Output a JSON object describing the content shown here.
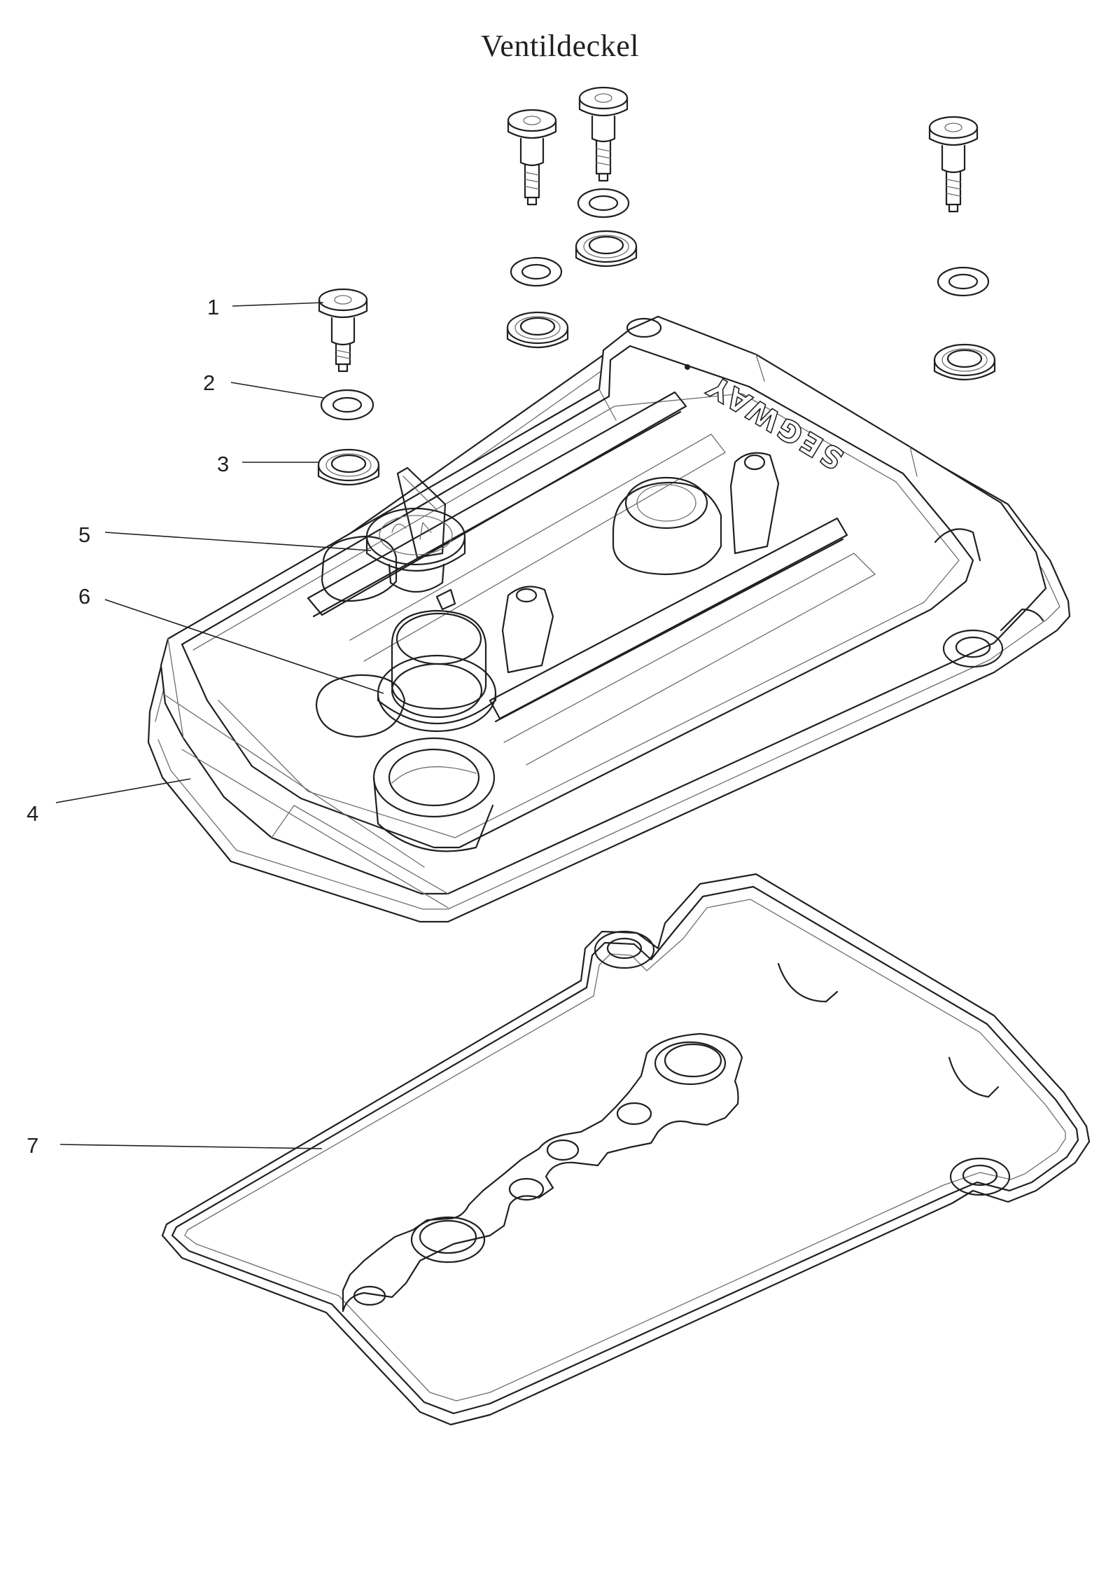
{
  "title": "Ventildeckel",
  "brand_mark": "SEGWAY",
  "callouts": [
    {
      "label": "1",
      "part": "bolt"
    },
    {
      "label": "2",
      "part": "washer"
    },
    {
      "label": "3",
      "part": "grommet"
    },
    {
      "label": "4",
      "part": "valve-cover"
    },
    {
      "label": "5",
      "part": "oil-filler-cap"
    },
    {
      "label": "6",
      "part": "o-ring"
    },
    {
      "label": "7",
      "part": "gasket"
    }
  ],
  "colors": {
    "line": "#231f20",
    "detail_line": "#6d6e71",
    "background": "#ffffff"
  }
}
